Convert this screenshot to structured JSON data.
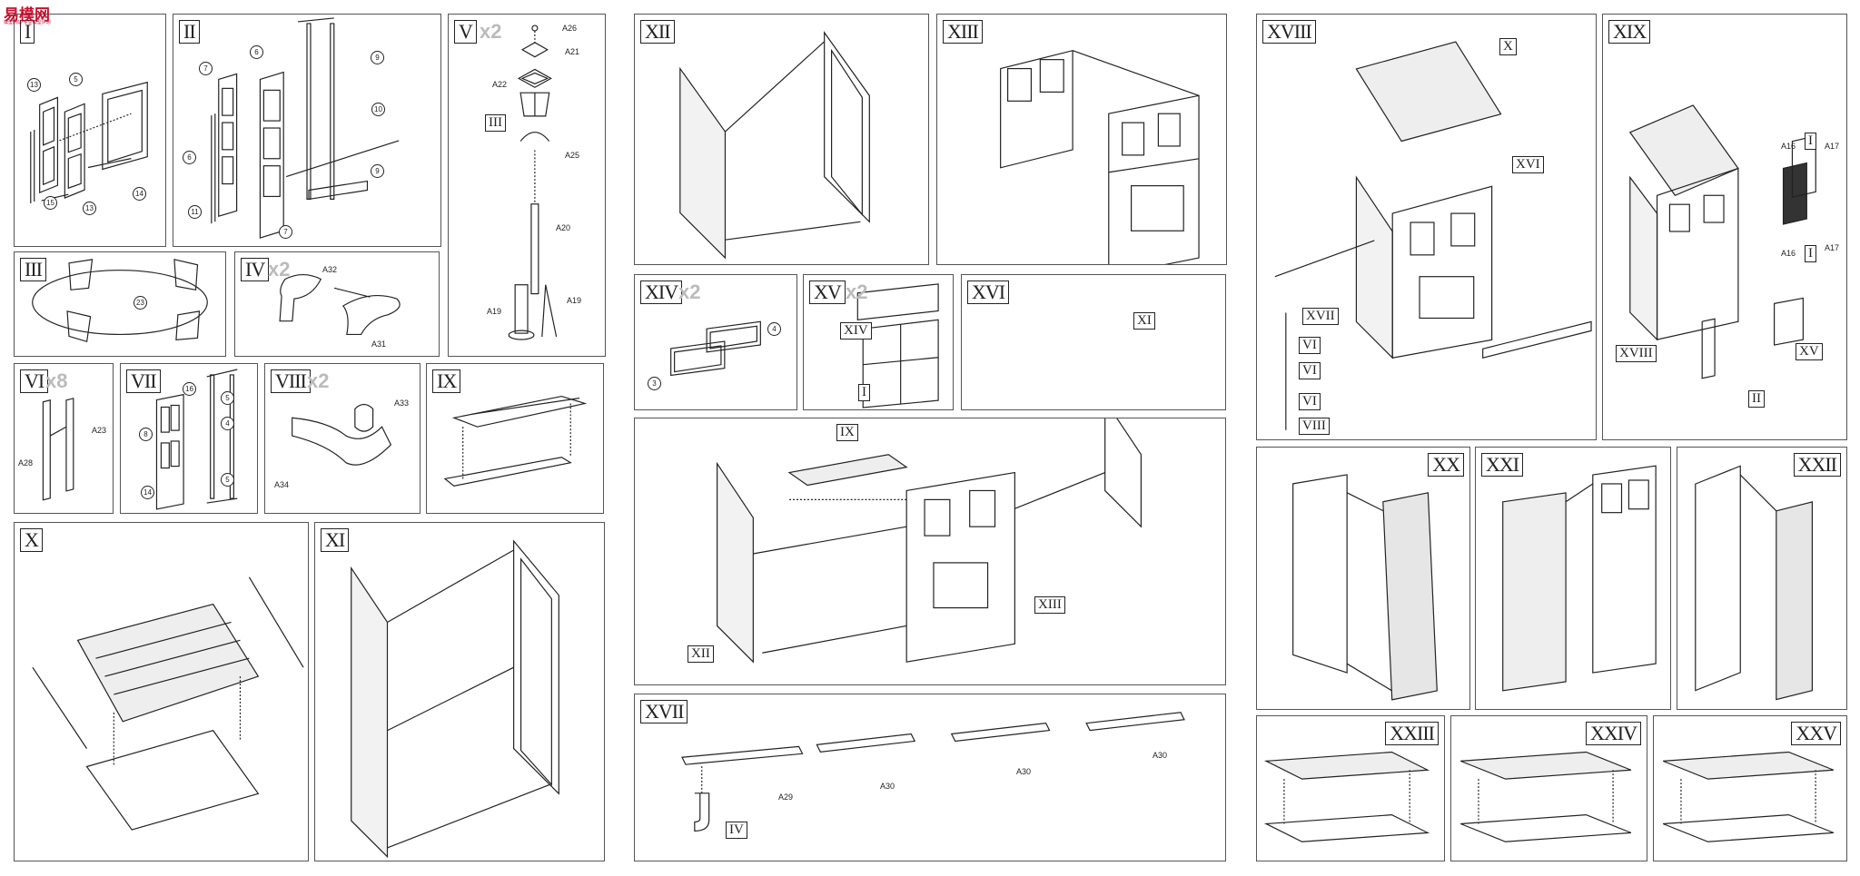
{
  "watermark": {
    "main": "易模网",
    "sub": "模型网站·专业模型评测"
  },
  "panels": {
    "p1": {
      "step": "I"
    },
    "p2": {
      "step": "II"
    },
    "p3": {
      "step": "III"
    },
    "p4": {
      "step": "IV",
      "mult": "x2"
    },
    "p5": {
      "step": "V",
      "mult": "x2"
    },
    "p6": {
      "step": "VI",
      "mult": "x8"
    },
    "p7": {
      "step": "VII"
    },
    "p8": {
      "step": "VIII",
      "mult": "x2"
    },
    "p9": {
      "step": "IX"
    },
    "p10": {
      "step": "X"
    },
    "p11": {
      "step": "XI"
    },
    "p12": {
      "step": "XII"
    },
    "p13": {
      "step": "XIII"
    },
    "p14": {
      "step": "XIV",
      "mult": "x2"
    },
    "p15": {
      "step": "XV",
      "mult": "x2"
    },
    "p16": {
      "step": "XVI"
    },
    "p17": {
      "step": "XVII"
    },
    "p18": {
      "step": "XVIII"
    },
    "p19": {
      "step": "XIX"
    },
    "p20": {
      "step": "XX"
    },
    "p21": {
      "step": "XXI"
    },
    "p22": {
      "step": "XXII"
    },
    "p23": {
      "step": "XXIII"
    },
    "p24": {
      "step": "XXIV"
    },
    "p25": {
      "step": "XXV"
    }
  },
  "part_numbers": {
    "n13": "13",
    "n5": "5",
    "n15": "15",
    "n14": "14",
    "n7": "7",
    "n6": "6",
    "n9": "9",
    "n10": "10",
    "n11": "11",
    "n23": "23",
    "n4": "4",
    "n3": "3",
    "n16": "16",
    "n8": "8"
  },
  "part_labels": {
    "A26": "A26",
    "A21": "A21",
    "A22": "A22",
    "A25": "A25",
    "A20": "A20",
    "A19": "A19",
    "A32": "A32",
    "A31": "A31",
    "A23": "A23",
    "A28": "A28",
    "A33": "A33",
    "A34": "A34",
    "A29": "A29",
    "A30": "A30",
    "A16": "A16",
    "A17": "A17"
  },
  "step_refs": {
    "III": "III",
    "XIV": "XIV",
    "I": "I",
    "IX": "IX",
    "XI": "XI",
    "XII": "XII",
    "XIII": "XIII",
    "IV": "IV",
    "X": "X",
    "XVI": "XVI",
    "XVII": "XVII",
    "VI": "VI",
    "VIII": "VIII",
    "XVIII": "XVIII",
    "XV": "XV",
    "II": "II"
  }
}
